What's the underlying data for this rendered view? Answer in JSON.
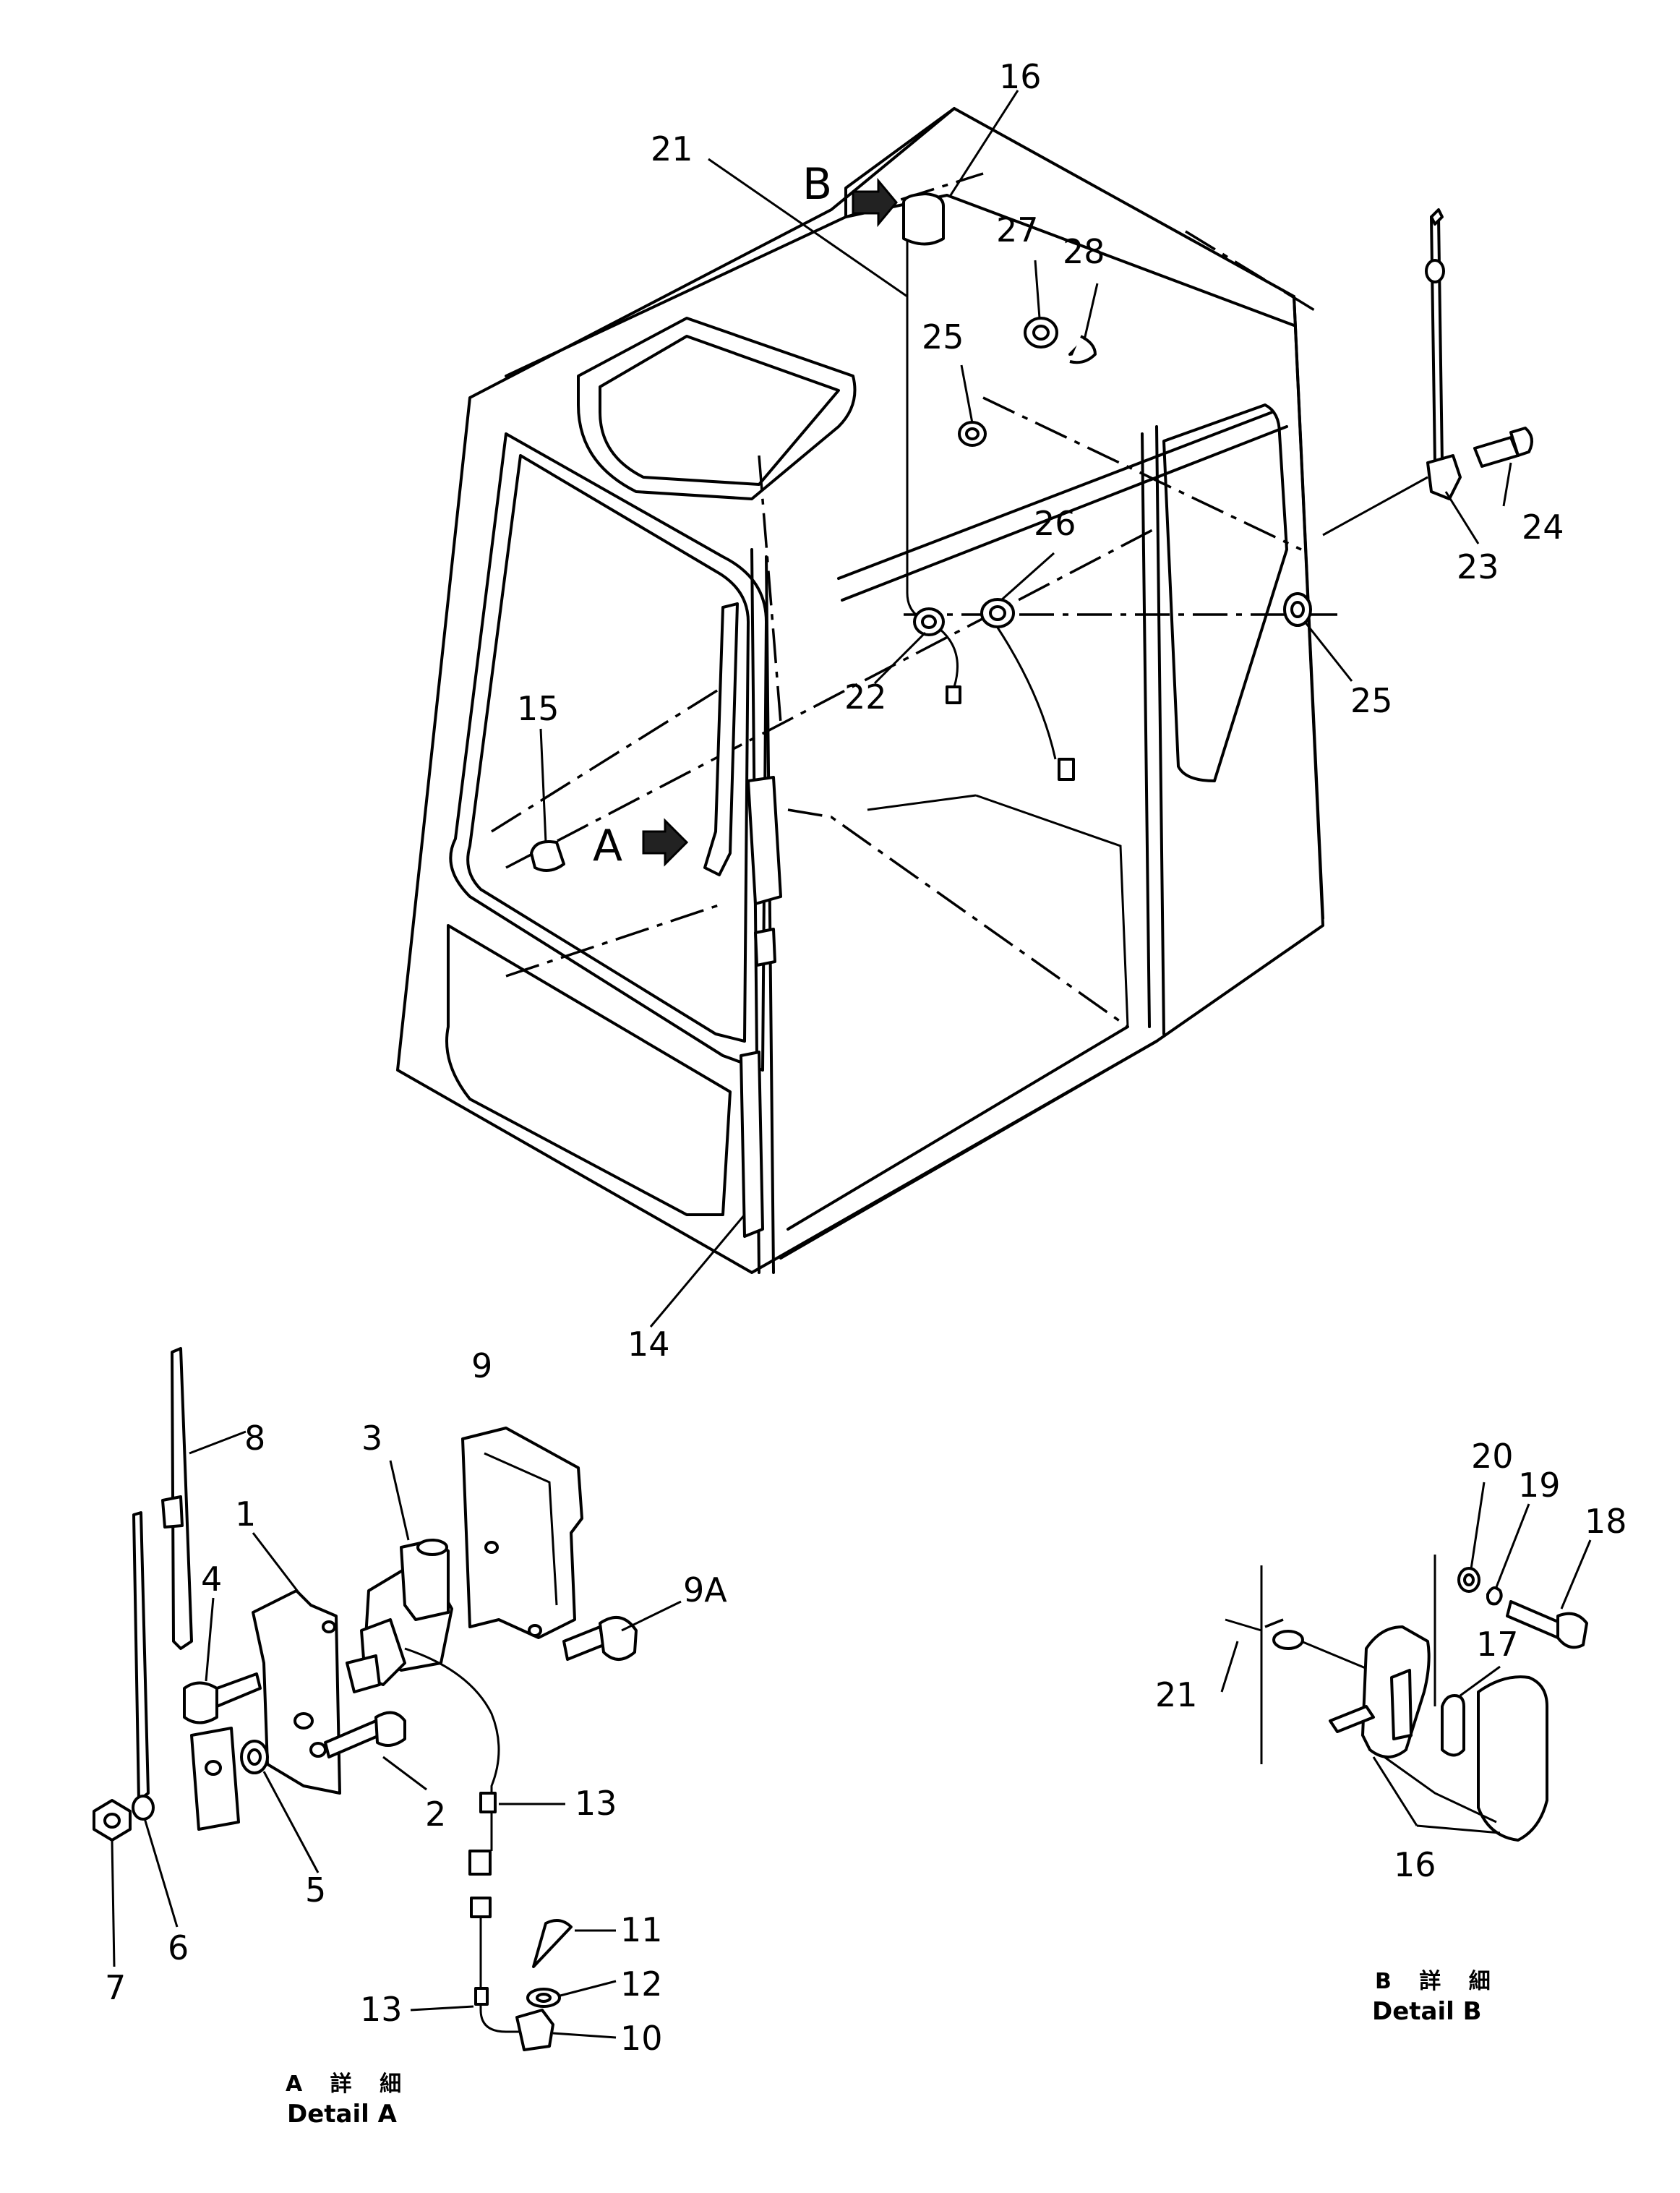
{
  "main_view": {
    "callouts": [
      "16",
      "21",
      "27",
      "28",
      "25",
      "24",
      "23",
      "26",
      "22",
      "25",
      "15",
      "14"
    ],
    "arrow_a": "A",
    "arrow_b": "B"
  },
  "detail_a": {
    "callouts": [
      "9",
      "8",
      "3",
      "1",
      "4",
      "9A",
      "2",
      "13",
      "5",
      "11",
      "12",
      "10",
      "13",
      "7",
      "6"
    ],
    "caption_jp": "A 詳 細",
    "caption_en": "Detail A"
  },
  "detail_b": {
    "callouts": [
      "20",
      "19",
      "18",
      "17",
      "21",
      "16"
    ],
    "caption_jp": "B 詳 細",
    "caption_en": "Detail B"
  }
}
